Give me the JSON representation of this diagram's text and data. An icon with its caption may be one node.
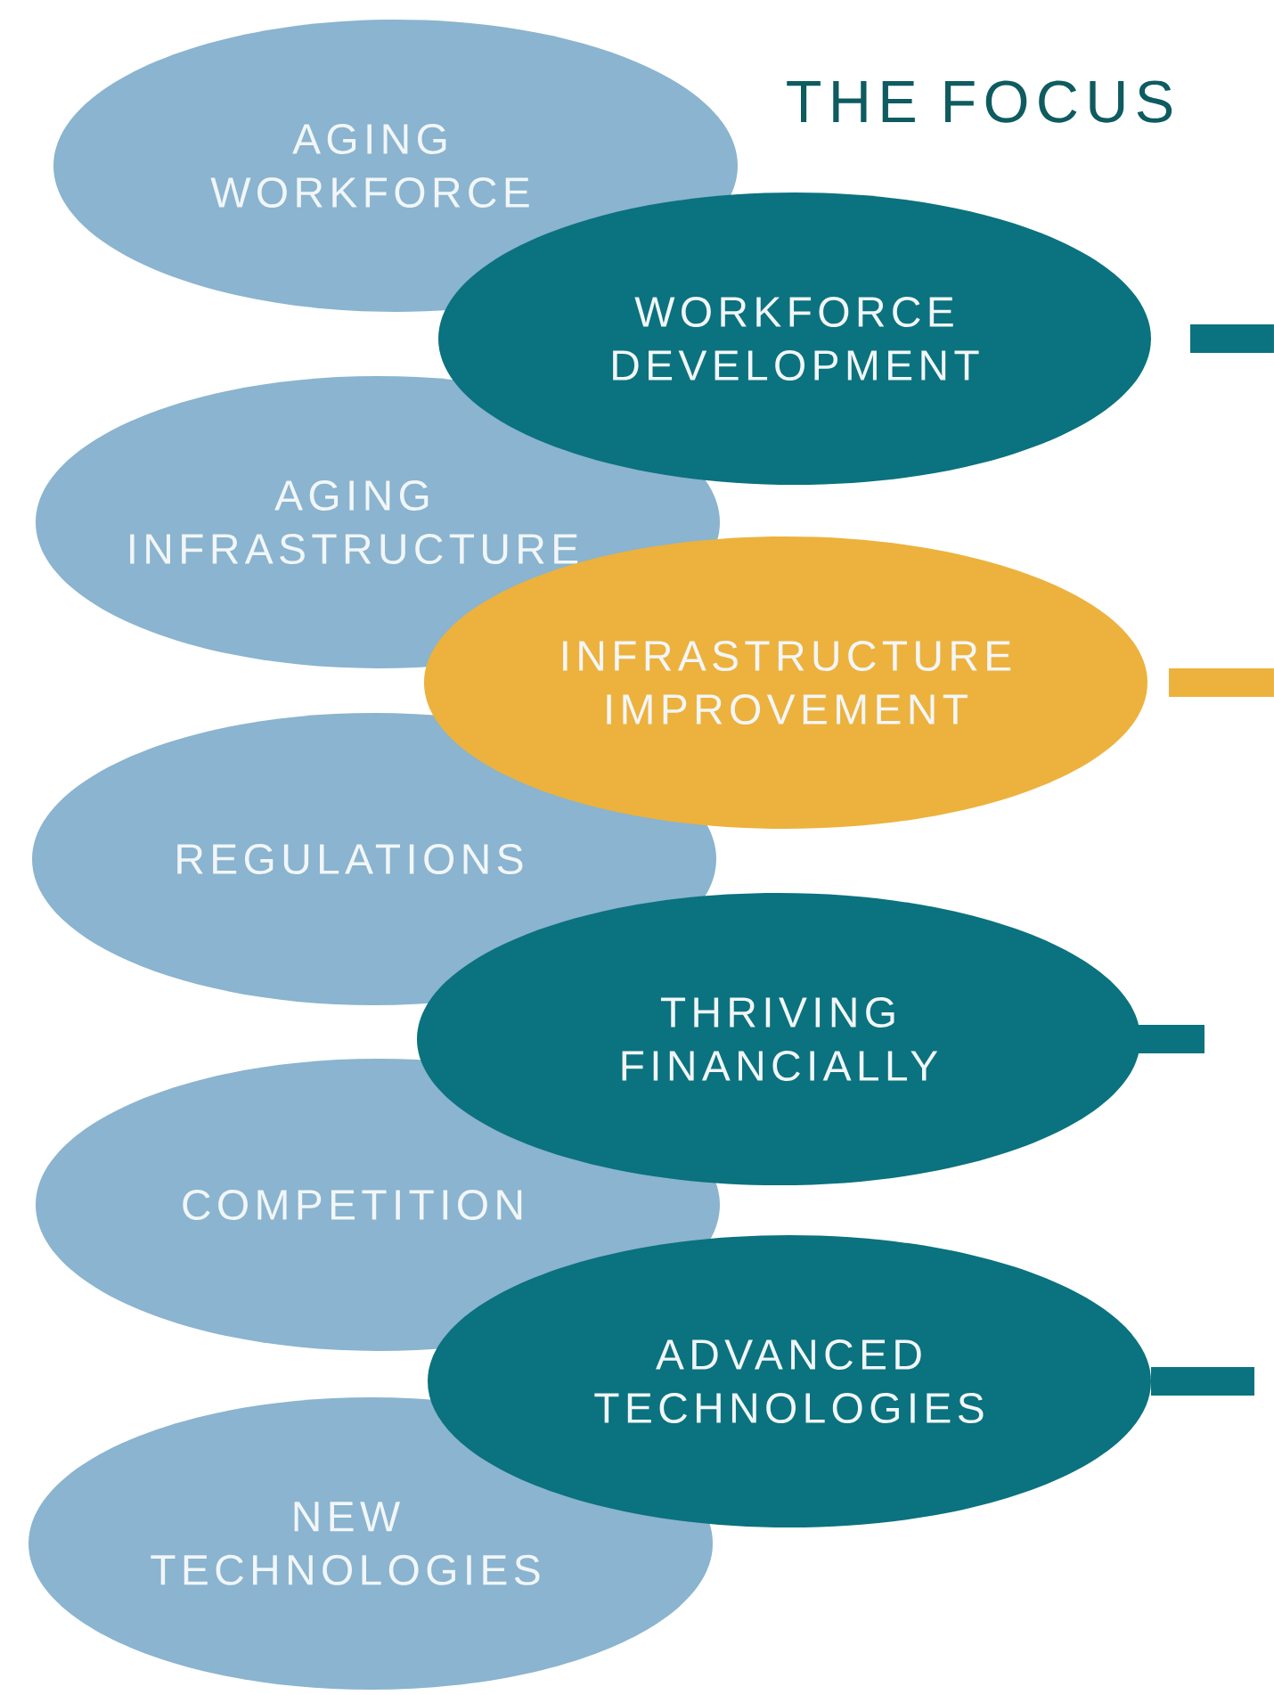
{
  "diagram": {
    "title": "THE FOCUS",
    "nodes": [
      {
        "text": [
          "AGING WORKFORCE"
        ]
      },
      {
        "text": [
          "WORKFORCE DEVELOPMENT"
        ]
      },
      {
        "text": [
          "AGING INFRASTRUCTURE"
        ]
      },
      {
        "text": [
          "INFRASTRUCTURE IMPROVEMENT"
        ]
      },
      {
        "text": [
          "REGULATIONS"
        ]
      },
      {
        "text": [
          "THRIVING FINANCIALLY"
        ]
      },
      {
        "text": [
          "COMPETITION"
        ]
      },
      {
        "text": [
          "ADVANCED TECHNOLOGIES"
        ]
      },
      {
        "text": [
          "NEW TECHNOLOGIES"
        ]
      }
    ]
  }
}
